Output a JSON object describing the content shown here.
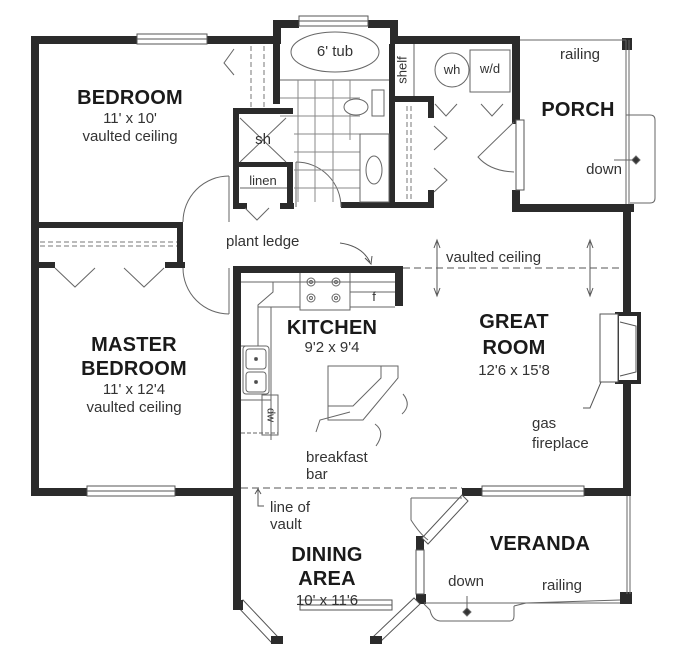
{
  "plan": {
    "wall_color": "#2b2b2b",
    "line_color": "#555555",
    "rooms": {
      "bedroom": {
        "name": "BEDROOM",
        "dims": "11' x 10'",
        "note": "vaulted ceiling"
      },
      "master_bedroom": {
        "name_line1": "MASTER",
        "name_line2": "BEDROOM",
        "dims": "11' x 12'4",
        "note": "vaulted ceiling"
      },
      "kitchen": {
        "name": "KITCHEN",
        "dims": "9'2 x 9'4"
      },
      "great_room": {
        "name_line1": "GREAT",
        "name_line2": "ROOM",
        "dims": "12'6 x 15'8"
      },
      "porch": {
        "name": "PORCH"
      },
      "dining_area": {
        "name_line1": "DINING",
        "name_line2": "AREA",
        "dims": "10' x 11'6"
      },
      "veranda": {
        "name": "VERANDA"
      }
    },
    "fixtures": {
      "tub": "6' tub",
      "shower": "sh",
      "linen": "linen",
      "shelf": "shelf",
      "water_heater": "wh",
      "washer_dryer": "w/d",
      "fridge": "f",
      "dishwasher": "dw"
    },
    "annotations": {
      "plant_ledge": "plant ledge",
      "vaulted_ceiling": "vaulted ceiling",
      "breakfast_line1": "breakfast",
      "breakfast_line2": "bar",
      "gas_line1": "gas",
      "gas_line2": "fireplace",
      "line_of_line1": "line of",
      "line_of_line2": "vault",
      "porch_railing": "railing",
      "porch_down": "down",
      "veranda_down": "down",
      "veranda_railing": "railing"
    }
  }
}
